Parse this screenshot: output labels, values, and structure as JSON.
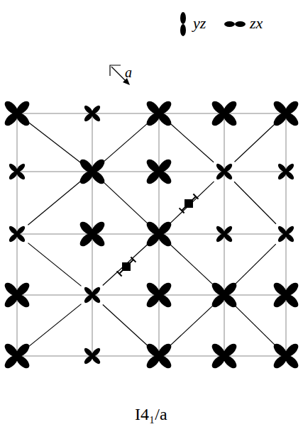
{
  "diagram": {
    "caption": "I4₁/a",
    "labels": [
      "a"
    ],
    "legend": [
      {
        "text": "yz"
      },
      {
        "text": "zx"
      }
    ]
  }
}
